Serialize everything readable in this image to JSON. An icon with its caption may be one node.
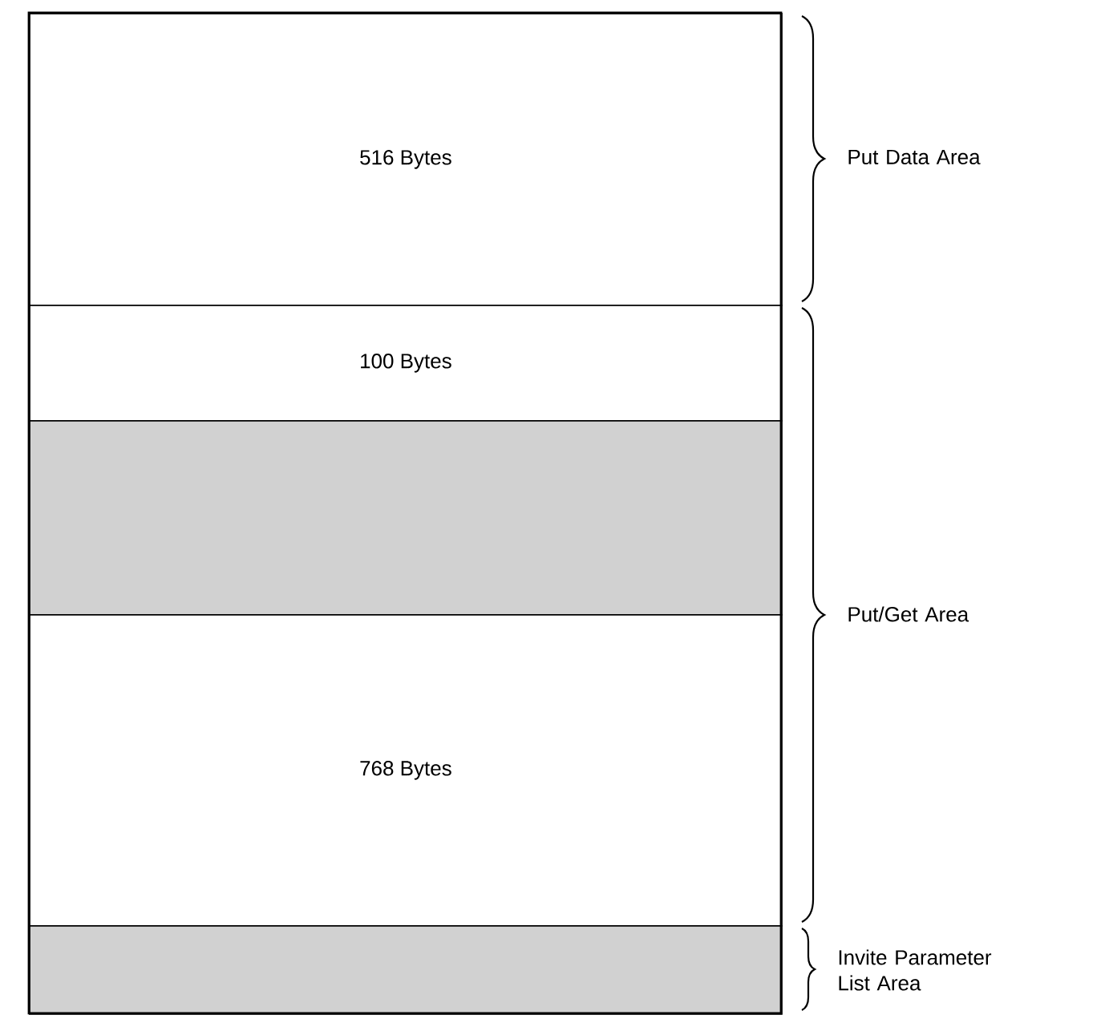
{
  "diagram": {
    "nodes": [
      {
        "text": [
          "516 Bytes"
        ]
      },
      {
        "text": [
          "100 Bytes"
        ]
      },
      {
        "text": [],
        "shape": "box"
      },
      {
        "text": [
          "768 Bytes"
        ]
      },
      {
        "text": [],
        "shape": "box"
      }
    ],
    "labels": [
      "Put Data Area",
      "Put/Get Area",
      "Invite Parameter List Area"
    ]
  }
}
